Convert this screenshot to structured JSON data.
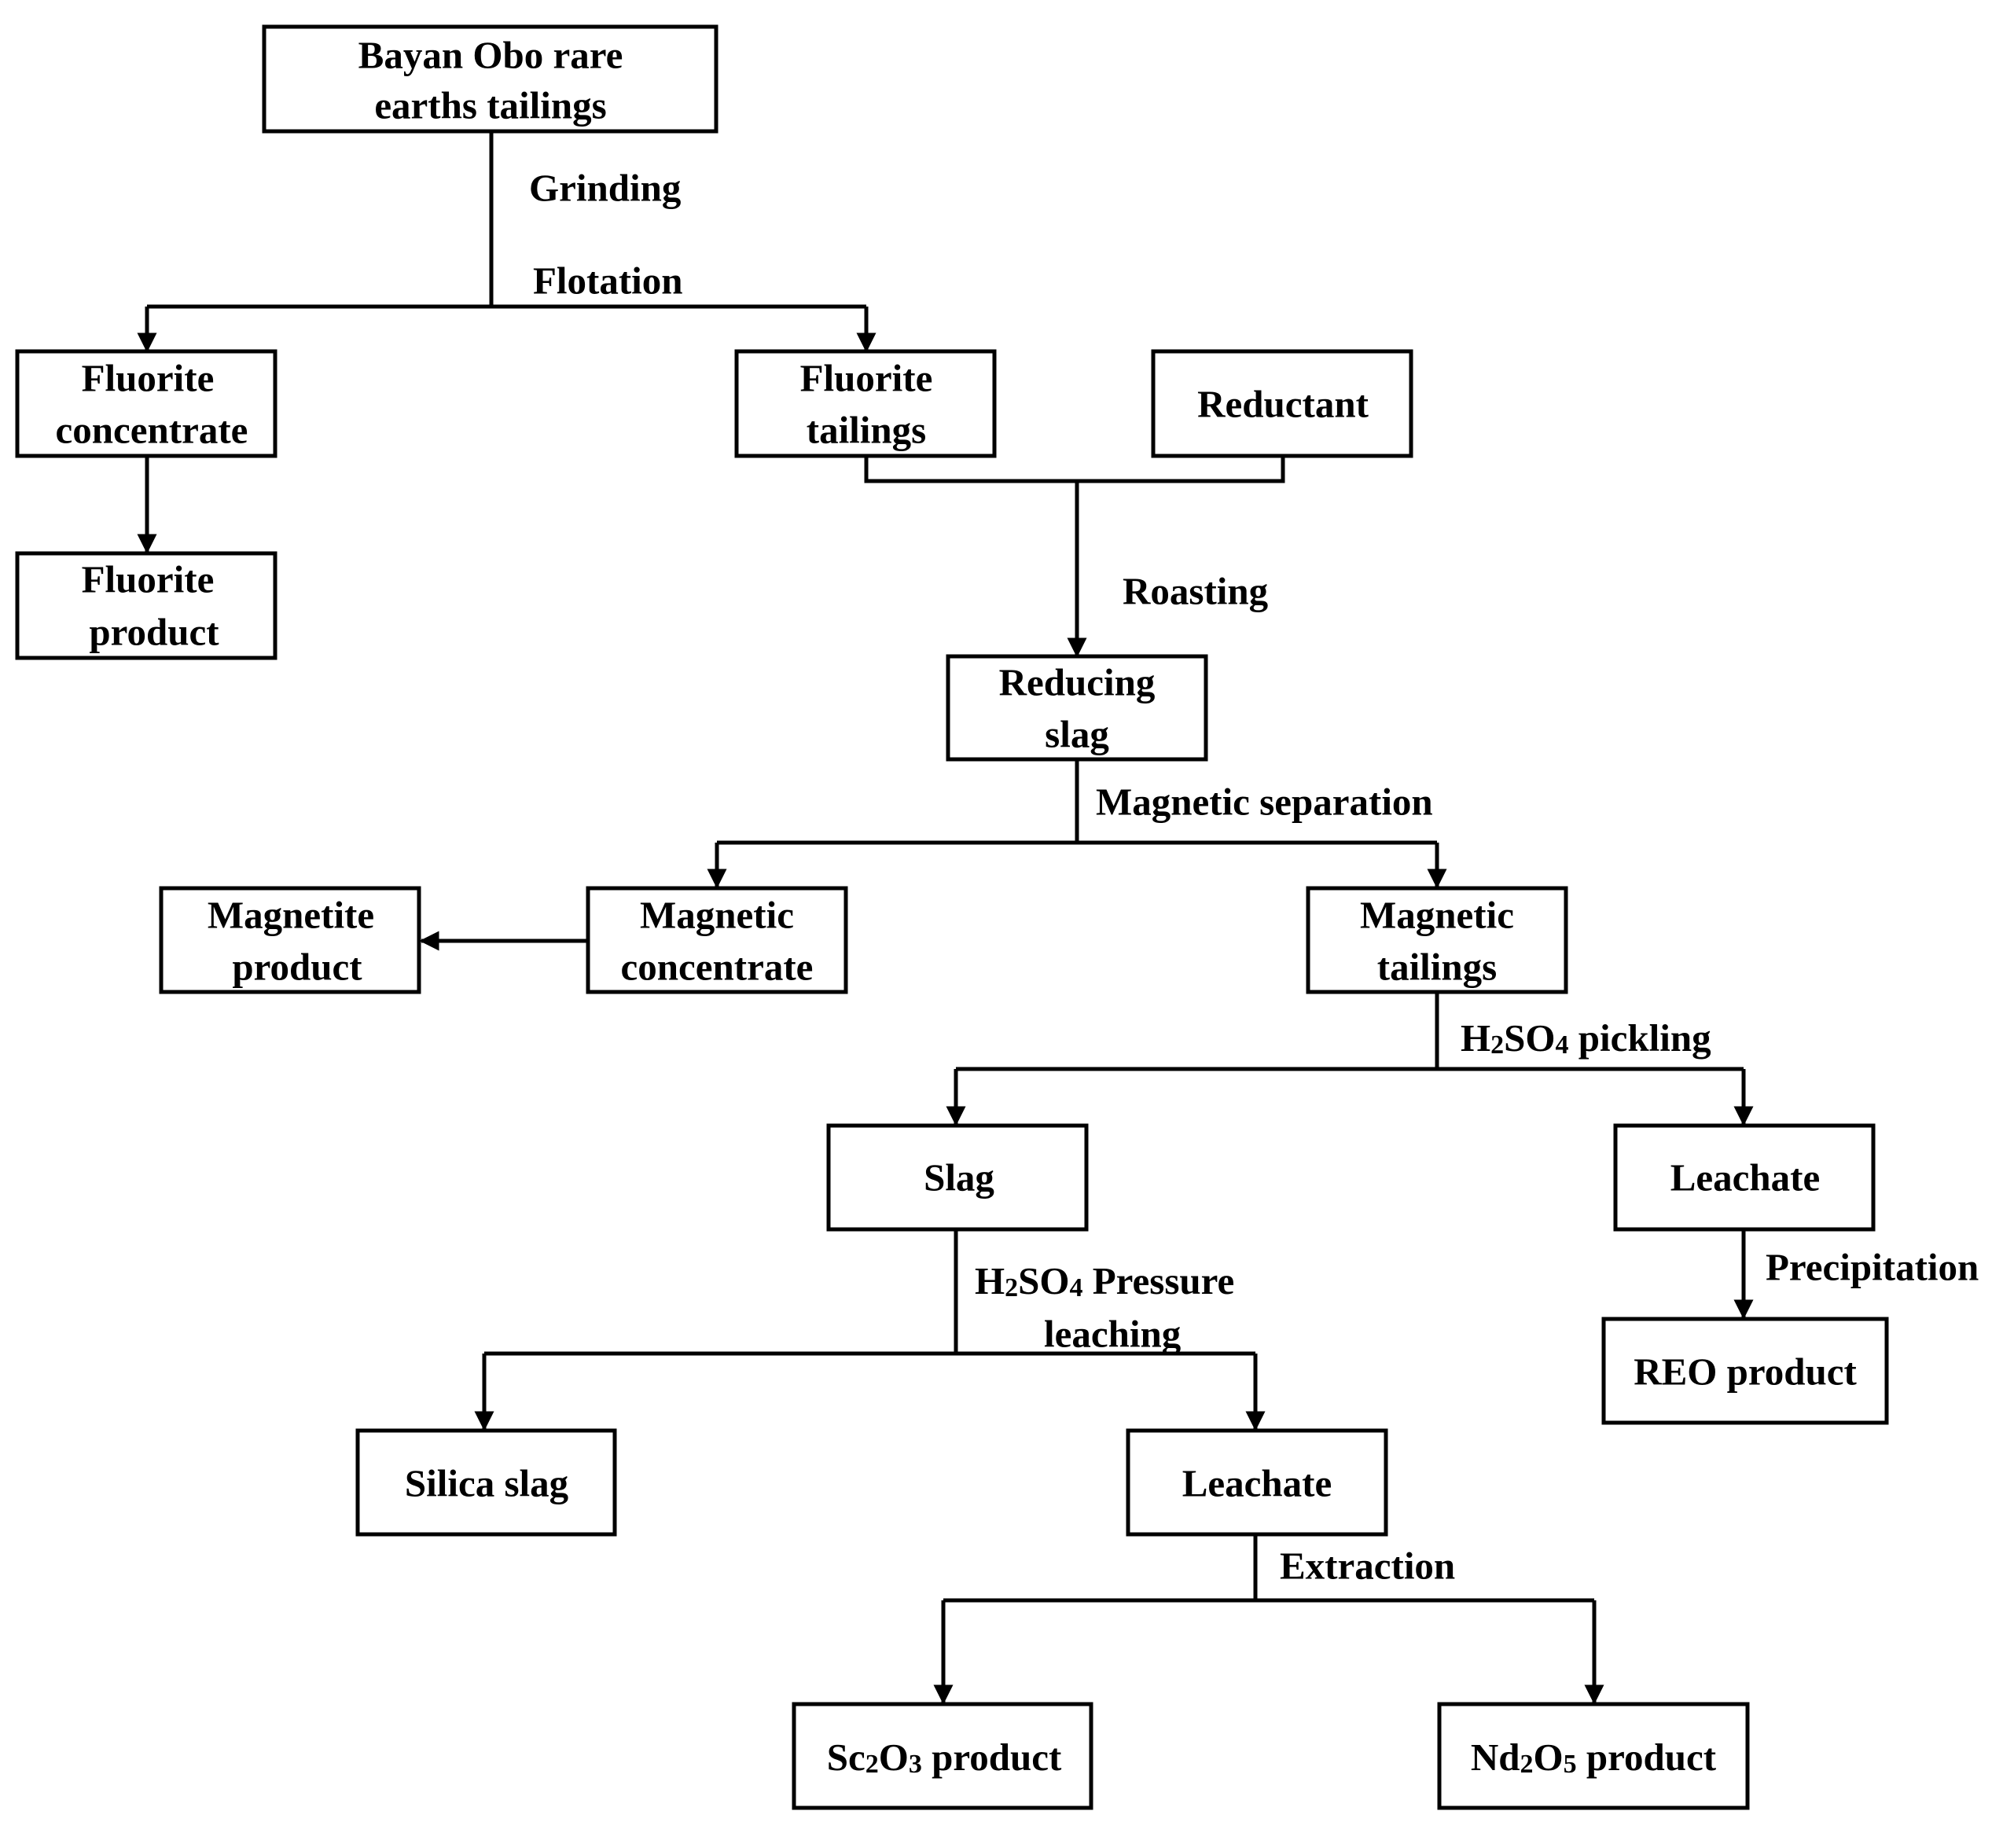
{
  "nodes": {
    "bayan": [
      "Bayan Obo rare",
      "earths tailings"
    ],
    "fluorite_conc": [
      "Fluorite",
      "concentrate"
    ],
    "fluorite_tail": [
      "Fluorite",
      "tailings"
    ],
    "reductant": [
      "Reductant"
    ],
    "fluorite_prod": [
      "Fluorite",
      "product"
    ],
    "reducing_slag": [
      "Reducing",
      "slag"
    ],
    "magnetite_prod": [
      "Magnetite",
      "product"
    ],
    "magnetic_conc": [
      "Magnetic",
      "concentrate"
    ],
    "magnetic_tail": [
      "Magnetic",
      "tailings"
    ],
    "slag": [
      "Slag"
    ],
    "leachate1": [
      "Leachate"
    ],
    "reo": [
      "REO product"
    ],
    "silica": [
      "Silica slag"
    ],
    "leachate2": [
      "Leachate"
    ],
    "sc2o3": {
      "pre": "Sc",
      "sub1": "2",
      "mid": "O",
      "sub2": "3",
      "post": " product"
    },
    "nd2o5": {
      "pre": "Nd",
      "sub1": "2",
      "mid": "O",
      "sub2": "5",
      "post": " product"
    }
  },
  "labels": {
    "grinding": "Grinding",
    "flotation": "Flotation",
    "roasting": "Roasting",
    "magnetic_sep": "Magnetic separation",
    "h2so4_pickling": {
      "pre": "H",
      "sub1": "2",
      "mid": "SO",
      "sub2": "4",
      "post": " pickling"
    },
    "h2so4_pressure": {
      "pre": "H",
      "sub1": "2",
      "mid": "SO",
      "sub2": "4",
      "post": " Pressure"
    },
    "leaching": "leaching",
    "precipitation": "Precipitation",
    "extraction": "Extraction"
  }
}
